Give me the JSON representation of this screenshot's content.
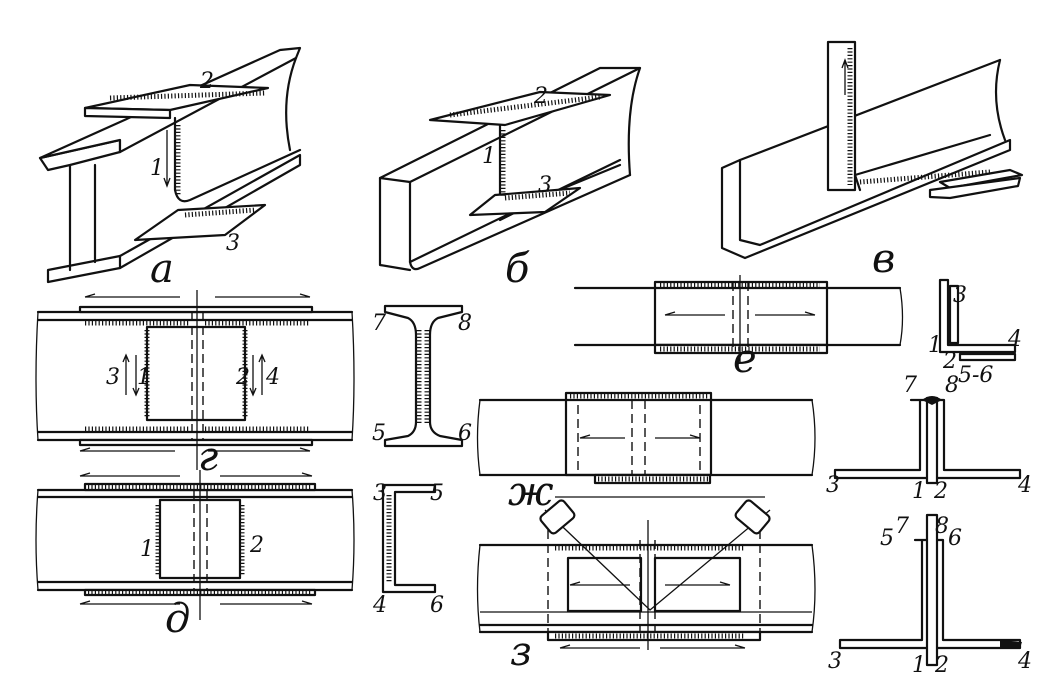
{
  "figure_labels": {
    "a": "а",
    "b": "б",
    "v": "в",
    "g": "г",
    "d": "д",
    "e": "е",
    "zh": "ж",
    "z": "з"
  },
  "panel_a": {
    "n1": "1",
    "n2": "2",
    "n3": "3"
  },
  "panel_b": {
    "n1": "1",
    "n2": "2",
    "n3": "3"
  },
  "panel_g": {
    "n1": "1",
    "n2": "2",
    "n3": "3",
    "n4": "4"
  },
  "section_i": {
    "n5": "5",
    "n6": "6",
    "n7": "7",
    "n8": "8"
  },
  "panel_d": {
    "n1": "1",
    "n2": "2"
  },
  "section_channel": {
    "n3": "3",
    "n4": "4",
    "n5": "5",
    "n6": "6"
  },
  "section_angle": {
    "n1": "1",
    "n2": "2",
    "n3": "3",
    "n4": "4",
    "n56": "5-6"
  },
  "section_tee_zh": {
    "n1": "1",
    "n2": "2",
    "n3": "3",
    "n4": "4",
    "n7": "7",
    "n8": "8"
  },
  "section_tee_z": {
    "n1": "1",
    "n2": "2",
    "n3": "3",
    "n4": "4",
    "n5": "5",
    "n6": "6",
    "n7": "7",
    "n8": "8"
  }
}
